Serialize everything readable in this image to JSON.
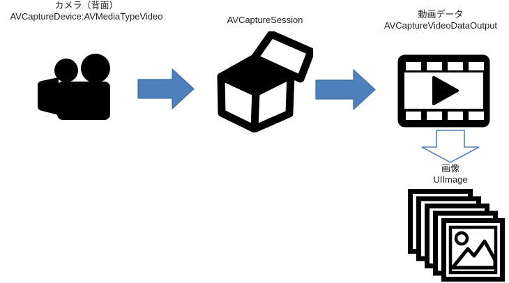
{
  "colors": {
    "background": "#ffffff",
    "text": "#1f1f1f",
    "icon": "#000000",
    "arrow_fill": "#4e80bc",
    "arrow_border": "#3c6da3",
    "hollow_arrow_stroke": "#4f81bd",
    "hollow_arrow_fill": "#ffffff"
  },
  "nodes": {
    "camera": {
      "title": "カメラ（背面）",
      "subtitle": "AVCaptureDevice:AVMediaTypeVideo",
      "icon": "video-camera-icon"
    },
    "session": {
      "title": "AVCaptureSession",
      "icon": "open-box-icon"
    },
    "video_output": {
      "title": "動画データ",
      "subtitle": "AVCaptureVideoDataOutput",
      "icon": "film-strip-icon"
    },
    "image": {
      "title": "画像",
      "subtitle": "UIImage",
      "icon": "photo-stack-icon"
    }
  },
  "connectors": [
    {
      "from": "camera",
      "to": "session",
      "icon": "right-arrow-icon",
      "style": "solid"
    },
    {
      "from": "session",
      "to": "video_output",
      "icon": "right-arrow-icon",
      "style": "solid"
    },
    {
      "from": "video_output",
      "to": "image",
      "icon": "down-arrow-icon",
      "style": "outline"
    }
  ]
}
